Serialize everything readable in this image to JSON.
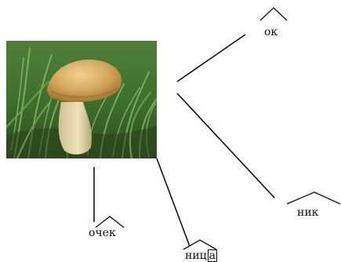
{
  "image": {
    "subject": "mushroom-photo"
  },
  "words": {
    "ok": "ок",
    "nik": "ник",
    "ochek": "очек",
    "nica_stem": "ниц",
    "nica_ending": "а"
  },
  "colors": {
    "stroke": "#111111",
    "background": "#ffffff"
  }
}
